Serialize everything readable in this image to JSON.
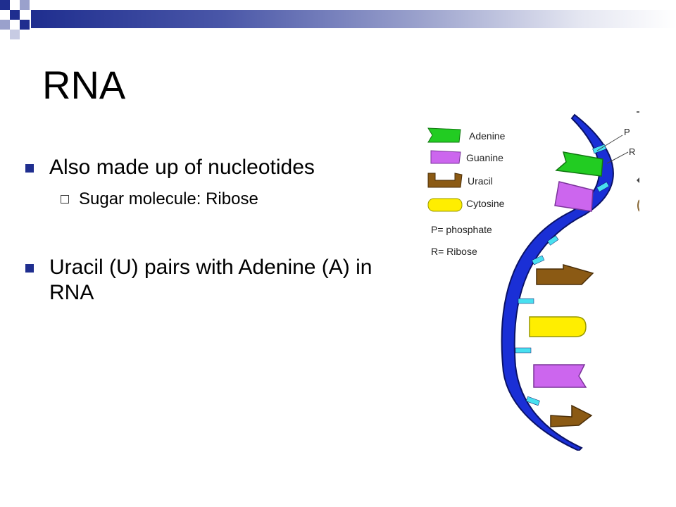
{
  "slide": {
    "title": "RNA",
    "bullets": [
      {
        "text": "Also made up of nucleotides",
        "sub_bullets": [
          "Sugar molecule: Ribose"
        ]
      },
      {
        "text": "Uracil (U) pairs with Adenine (A) in RNA",
        "sub_bullets": []
      }
    ]
  },
  "figure": {
    "legend": [
      {
        "label": "Adenine",
        "color": "#22cc22",
        "icon": "adenine-tab-icon"
      },
      {
        "label": "Guanine",
        "color": "#cc66ee",
        "icon": "guanine-tab-icon"
      },
      {
        "label": "Uracil",
        "color": "#8b5a14",
        "icon": "uracil-tab-icon"
      },
      {
        "label": "Cytosine",
        "color": "#ffee00",
        "icon": "cytosine-tab-icon"
      }
    ],
    "key_notes": [
      "P= phosphate",
      "R= Ribose"
    ],
    "strand_labels": [
      "P",
      "R"
    ],
    "colors": {
      "backbone": "#1a2fd6",
      "backbone_bars": "#48e0f0",
      "header_accent": "#1f2e8f"
    }
  }
}
